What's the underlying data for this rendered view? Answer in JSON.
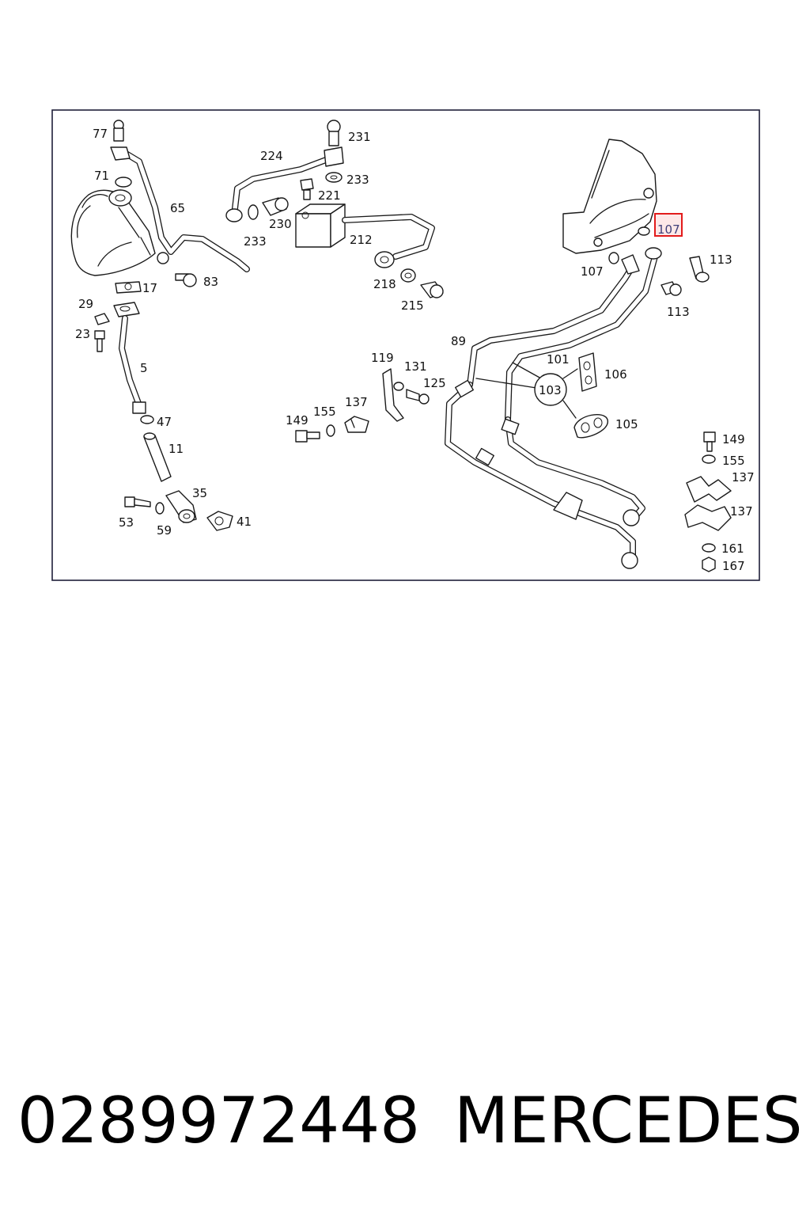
{
  "diagram": {
    "labels": [
      "77",
      "231",
      "224",
      "71",
      "233",
      "221",
      "65",
      "233",
      "230",
      "212",
      "107",
      "113",
      "107",
      "218",
      "215",
      "113",
      "17",
      "83",
      "29",
      "23",
      "89",
      "119",
      "131",
      "101",
      "106",
      "125",
      "103",
      "5",
      "137",
      "155",
      "149",
      "105",
      "47",
      "11",
      "149",
      "155",
      "137",
      "35",
      "137",
      "53",
      "59",
      "41",
      "161",
      "167"
    ],
    "highlighted_label": "107",
    "highlight_color": "#e21b1b"
  },
  "caption": {
    "part_number": "0289972448",
    "brand": "MERCEDES"
  }
}
